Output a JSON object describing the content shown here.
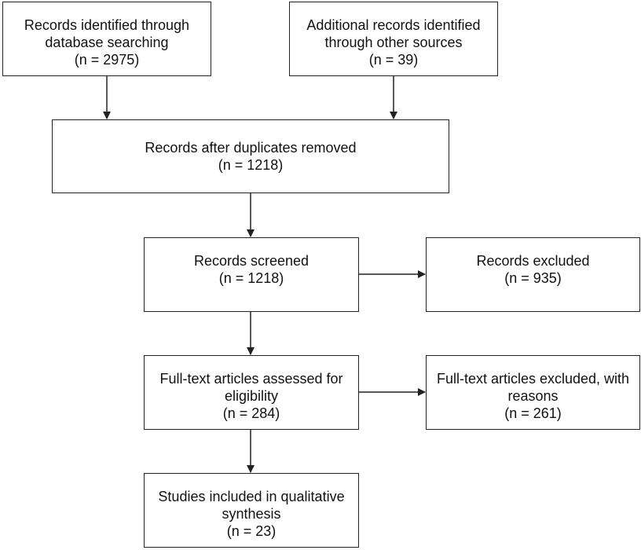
{
  "flowchart": {
    "boxes": {
      "identified_db": {
        "lines": [
          "Records identified through",
          "database searching",
          "(n = 2975)"
        ]
      },
      "identified_other": {
        "lines": [
          "Additional records identified",
          "through other sources",
          "(n = 39)"
        ]
      },
      "after_duplicates": {
        "lines": [
          "Records after duplicates removed",
          "(n = 1218)"
        ]
      },
      "screened": {
        "lines": [
          "Records screened",
          "(n = 1218)"
        ]
      },
      "excluded": {
        "lines": [
          "Records excluded",
          "(n = 935)"
        ]
      },
      "fulltext_assessed": {
        "lines": [
          "Full-text articles assessed for",
          "eligibility",
          "(n = 284)"
        ]
      },
      "fulltext_excluded": {
        "lines": [
          "Full-text articles excluded, with",
          "reasons",
          "(n = 261)"
        ]
      },
      "included": {
        "lines": [
          "Studies included in qualitative",
          "synthesis",
          "(n = 23)"
        ]
      }
    },
    "line_color": "#222222"
  }
}
